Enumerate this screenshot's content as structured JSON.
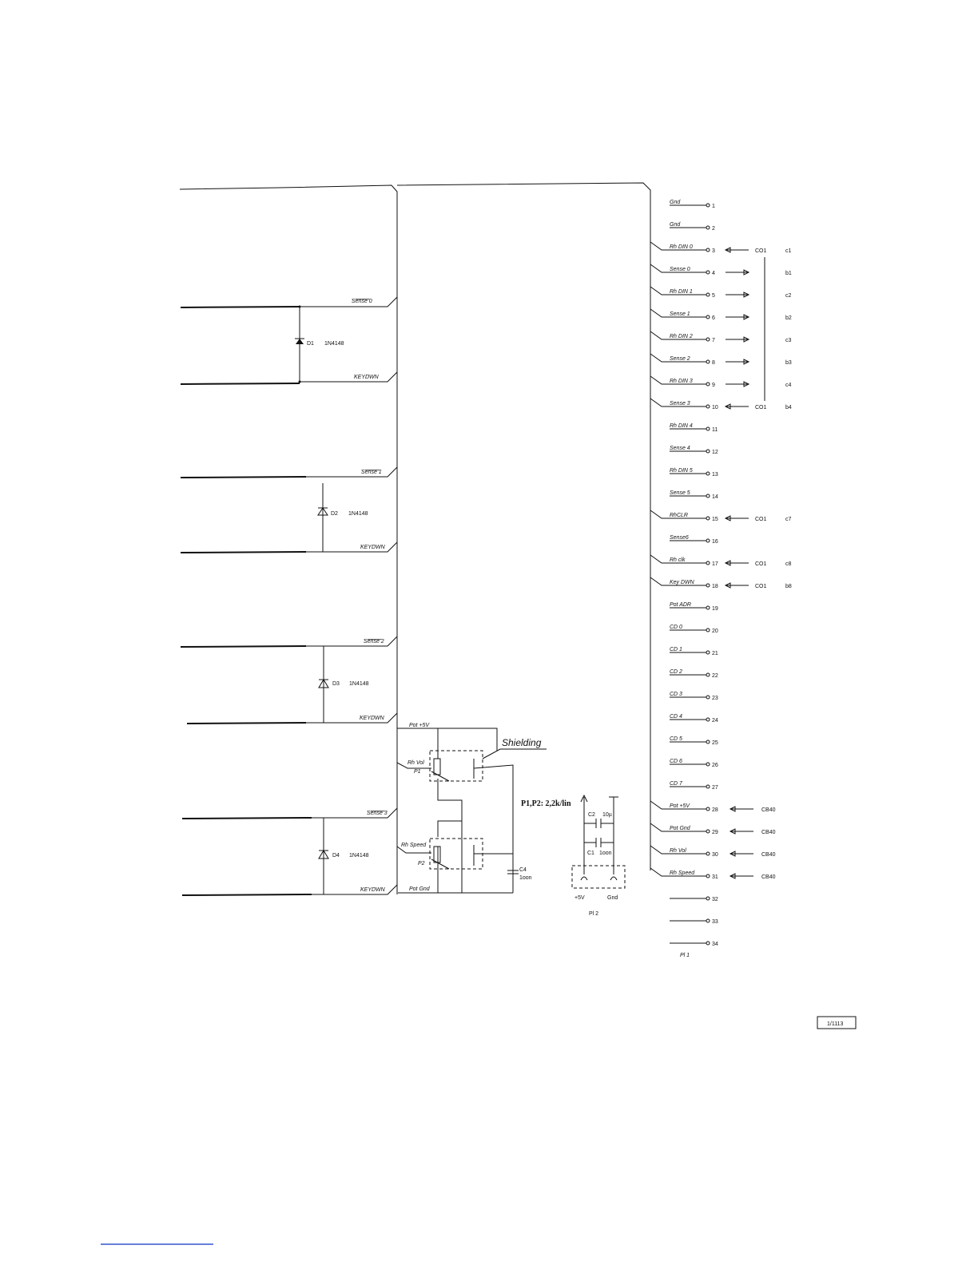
{
  "left_nets": [
    {
      "label": "Sense 0",
      "overbar": true
    },
    {
      "label": "KEYDWN",
      "overbar": true
    },
    {
      "label": "Sense 1",
      "overbar": true
    },
    {
      "label": "KEYDWN",
      "overbar": true
    },
    {
      "label": "Sense 2",
      "overbar": true
    },
    {
      "label": "KEYDWN",
      "overbar": true
    },
    {
      "label": "Sense 3",
      "overbar": true
    },
    {
      "label": "KEYDWN",
      "overbar": true
    }
  ],
  "diodes": [
    {
      "ref": "D1",
      "part": "1N4148"
    },
    {
      "ref": "D2",
      "part": "1N4148"
    },
    {
      "ref": "D3",
      "part": "1N4148"
    },
    {
      "ref": "D4",
      "part": "1N4148"
    }
  ],
  "pot_section": {
    "pot_5v": "Pot +5V",
    "rh_vol": "Rh Vol",
    "p1": "P1",
    "rh_speed": "Rh Speed",
    "p2": "P2",
    "pot_gnd": "Pot Gnd",
    "shielding": "Shielding",
    "pot_value": "P1,P2: 2,2k/lin",
    "c4_ref": "C4",
    "c4_value": "1oon"
  },
  "pl2": {
    "c2_ref": "C2",
    "c2_value": "10µ",
    "c1_ref": "C1",
    "c1_value": "1oon",
    "plus5v": "+5V",
    "gnd": "Gnd",
    "name": "Pl 2"
  },
  "connector_pins": [
    {
      "num": "1",
      "label": "Gnd",
      "ext": "",
      "col": ""
    },
    {
      "num": "2",
      "label": "Gnd",
      "ext": "",
      "col": ""
    },
    {
      "num": "3",
      "label": "Rh DIN 0",
      "ext": "CO1",
      "col": "c1"
    },
    {
      "num": "4",
      "label": "Sense 0",
      "ext": "",
      "col": "b1"
    },
    {
      "num": "5",
      "label": "Rh DIN 1",
      "ext": "",
      "col": "c2"
    },
    {
      "num": "6",
      "label": "Sense 1",
      "ext": "",
      "col": "b2"
    },
    {
      "num": "7",
      "label": "Rh DIN 2",
      "ext": "",
      "col": "c3"
    },
    {
      "num": "8",
      "label": "Sense 2",
      "ext": "",
      "col": "b3"
    },
    {
      "num": "9",
      "label": "Rh DIN 3",
      "ext": "",
      "col": "c4"
    },
    {
      "num": "10",
      "label": "Sense 3",
      "ext": "CO1",
      "col": "b4"
    },
    {
      "num": "11",
      "label": "Rh DIN 4",
      "ext": "",
      "col": ""
    },
    {
      "num": "12",
      "label": "Sense 4",
      "ext": "",
      "col": ""
    },
    {
      "num": "13",
      "label": "Rh DIN 5",
      "ext": "",
      "col": ""
    },
    {
      "num": "14",
      "label": "Sense 5",
      "ext": "",
      "col": ""
    },
    {
      "num": "15",
      "label": "RhCLR",
      "ext": "CO1",
      "col": "c7"
    },
    {
      "num": "16",
      "label": "Sense6",
      "ext": "",
      "col": ""
    },
    {
      "num": "17",
      "label": "Rh clk",
      "ext": "CO1",
      "col": "c8"
    },
    {
      "num": "18",
      "label": "Key DWN",
      "ext": "CO1",
      "col": "b8"
    },
    {
      "num": "19",
      "label": "Pot ADR",
      "ext": "",
      "col": ""
    },
    {
      "num": "20",
      "label": "CD 0",
      "ext": "",
      "col": ""
    },
    {
      "num": "21",
      "label": "CD 1",
      "ext": "",
      "col": ""
    },
    {
      "num": "22",
      "label": "CD 2",
      "ext": "",
      "col": ""
    },
    {
      "num": "23",
      "label": "CD 3",
      "ext": "",
      "col": ""
    },
    {
      "num": "24",
      "label": "CD 4",
      "ext": "",
      "col": ""
    },
    {
      "num": "25",
      "label": "CD 5",
      "ext": "",
      "col": ""
    },
    {
      "num": "26",
      "label": "CD 6",
      "ext": "",
      "col": ""
    },
    {
      "num": "27",
      "label": "CD 7",
      "ext": "",
      "col": ""
    },
    {
      "num": "28",
      "label": "Pot +5V",
      "ext": "CB40",
      "col": ""
    },
    {
      "num": "29",
      "label": "Pot Gnd",
      "ext": "CB40",
      "col": ""
    },
    {
      "num": "30",
      "label": "Rh Vol",
      "ext": "CB40",
      "col": ""
    },
    {
      "num": "31",
      "label": "Rh Speed",
      "ext": "CB40",
      "col": ""
    },
    {
      "num": "32",
      "label": "",
      "ext": "",
      "col": ""
    },
    {
      "num": "33",
      "label": "",
      "ext": "",
      "col": ""
    },
    {
      "num": "34",
      "label": "",
      "ext": "",
      "col": ""
    }
  ],
  "pl1_name": "Pl 1",
  "doc_number": "1/1113"
}
